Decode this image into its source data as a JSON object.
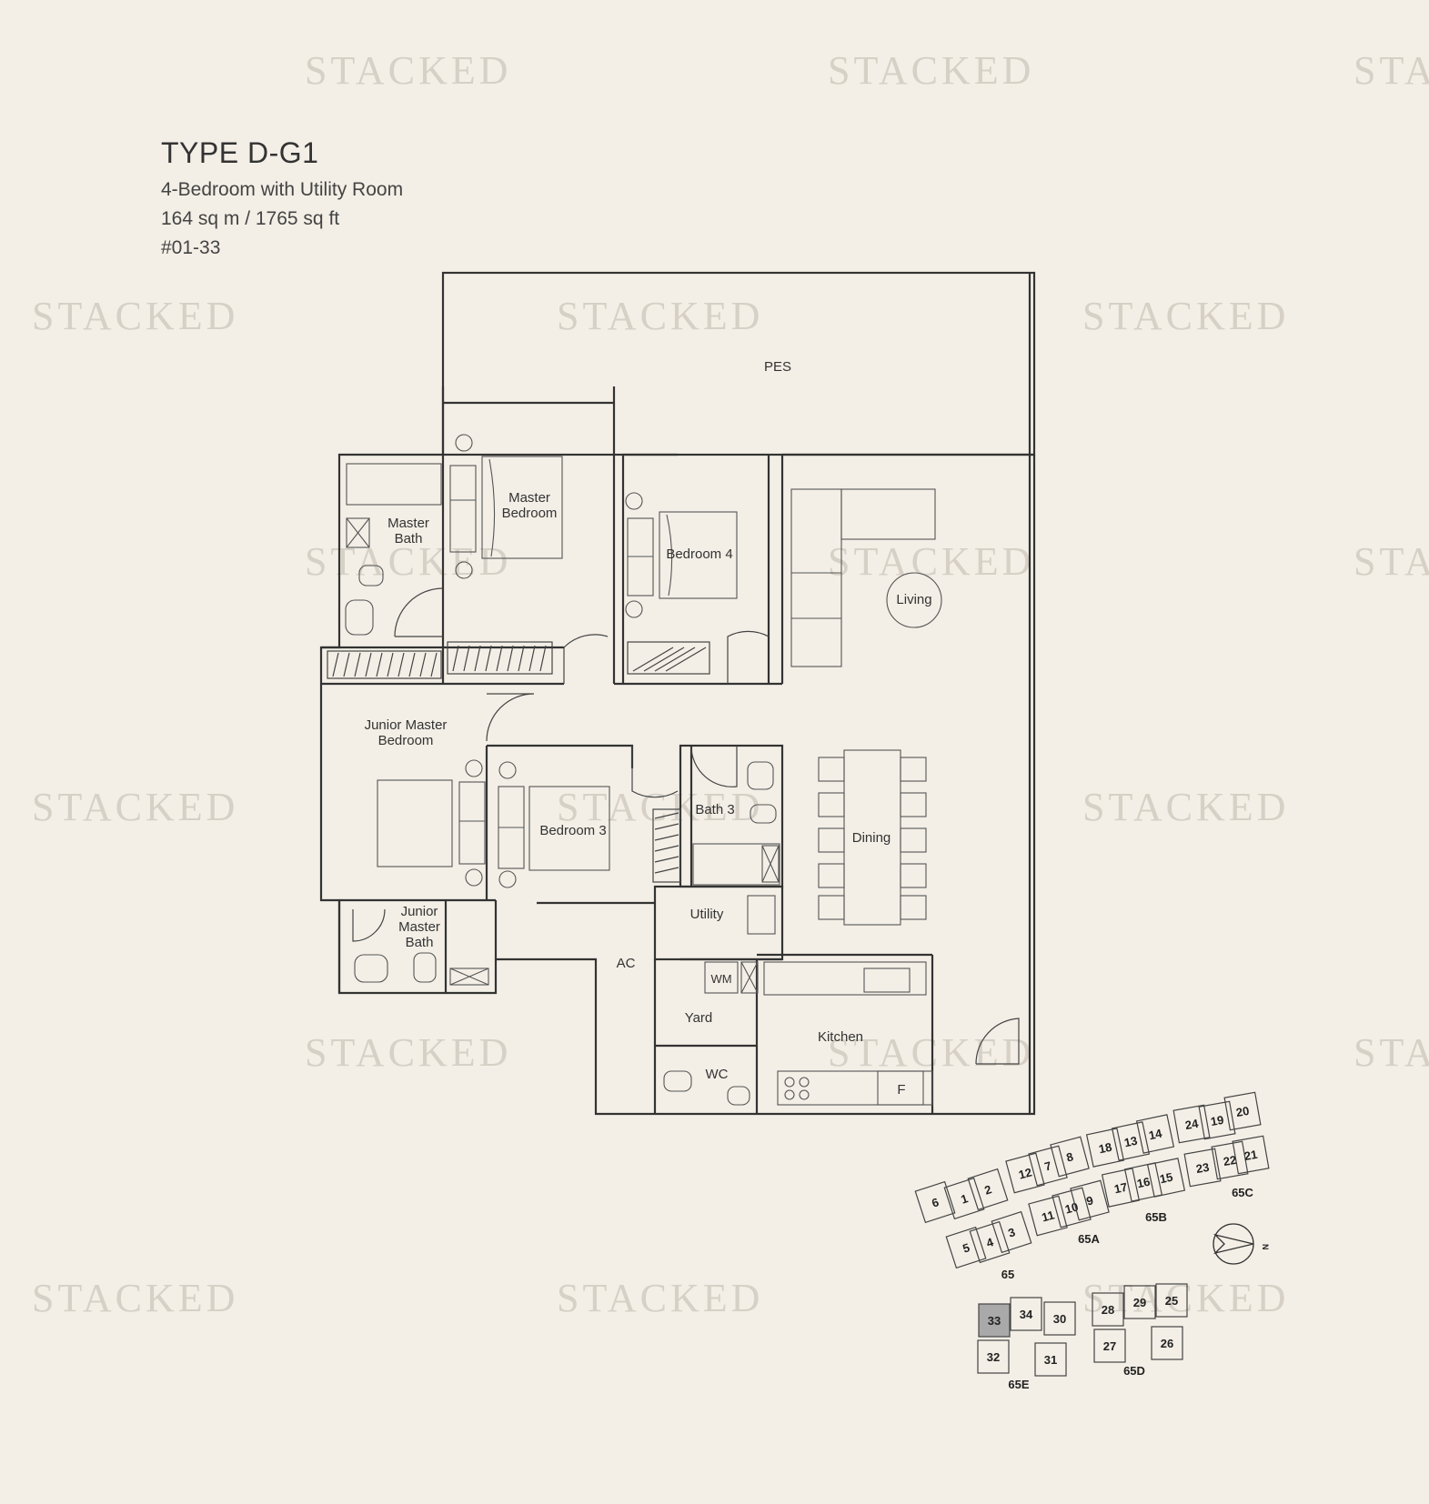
{
  "watermark": "STACKED",
  "unit": {
    "type": "TYPE D-G1",
    "description": "4-Bedroom with Utility Room",
    "area": "164 sq m / 1765 sq ft",
    "unit_no": "#01-33"
  },
  "rooms": {
    "pes": "PES",
    "master_bedroom": [
      "Master",
      "Bedroom"
    ],
    "master_bath": [
      "Master",
      "Bath"
    ],
    "bedroom4": "Bedroom 4",
    "living": "Living",
    "junior_master_bedroom": [
      "Junior Master",
      "Bedroom"
    ],
    "bedroom3": "Bedroom 3",
    "bath3": "Bath 3",
    "dining": "Dining",
    "utility": "Utility",
    "junior_master_bath": [
      "Junior",
      "Master",
      "Bath"
    ],
    "ac": "AC",
    "wm": "WM",
    "yard": "Yard",
    "kitchen": "Kitchen",
    "wc": "WC",
    "fridge": "F"
  },
  "keyplan": {
    "units": [
      "6",
      "1",
      "2",
      "12",
      "7",
      "8",
      "18",
      "13",
      "14",
      "24",
      "19",
      "20",
      "5",
      "4",
      "3",
      "11",
      "10",
      "9",
      "17",
      "16",
      "15",
      "23",
      "22",
      "21",
      "33",
      "34",
      "30",
      "28",
      "29",
      "25",
      "32",
      "31",
      "27",
      "26"
    ],
    "blocks": [
      "65",
      "65A",
      "65B",
      "65C",
      "65D",
      "65E"
    ],
    "highlight": "33",
    "north": "N"
  },
  "colors": {
    "background": "#f3efe6",
    "line": "#333333",
    "highlight": "#a9a9a9",
    "watermark": "#d6d0c6"
  }
}
